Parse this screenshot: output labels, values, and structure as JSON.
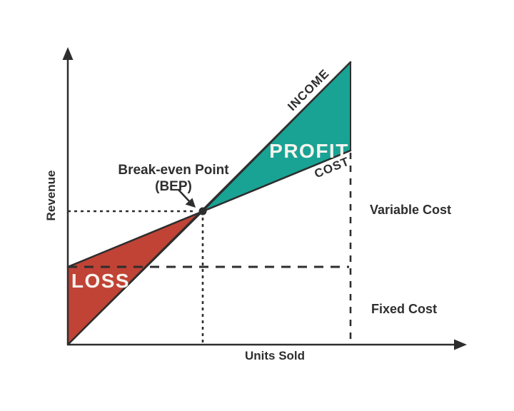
{
  "chart_data": {
    "type": "line",
    "title": "",
    "xlabel": "Units Sold",
    "ylabel": "Revenue",
    "x_range": [
      0,
      1
    ],
    "y_range": [
      0,
      1
    ],
    "axis_ticks": "none",
    "grid": false,
    "legend": false,
    "series": [
      {
        "name": "INCOME",
        "points": [
          [
            0,
            0
          ],
          [
            1,
            1
          ]
        ]
      },
      {
        "name": "COST",
        "points": [
          [
            0,
            0.28
          ],
          [
            1,
            0.69
          ]
        ]
      }
    ],
    "break_even_point": {
      "x": 0.475,
      "y": 0.47
    },
    "fixed_cost_level": 0.28,
    "regions": [
      {
        "name": "PROFIT",
        "between": [
          "INCOME",
          "COST"
        ],
        "side": "right-of-bep",
        "color": "#19A394"
      },
      {
        "name": "LOSS",
        "between": [
          "COST",
          "INCOME"
        ],
        "side": "left-of-bep",
        "color": "#C04336"
      }
    ],
    "annotations": [
      "Break-even Point (BEP)",
      "Variable Cost",
      "Fixed Cost"
    ]
  },
  "labels": {
    "y_axis": "Revenue",
    "x_axis": "Units Sold",
    "bep_line1": "Break-even Point",
    "bep_line2": "(BEP)",
    "income": "INCOME",
    "cost": "COST",
    "profit": "PROFIT",
    "loss": "LOSS",
    "variable_cost": "Variable Cost",
    "fixed_cost": "Fixed Cost"
  },
  "colors": {
    "profit_fill": "#19A394",
    "loss_fill": "#C04336",
    "line": "#2E2E2E",
    "text": "#2E2E2E",
    "region_text": "#F8F3EE",
    "background": "#FFFFFF"
  }
}
